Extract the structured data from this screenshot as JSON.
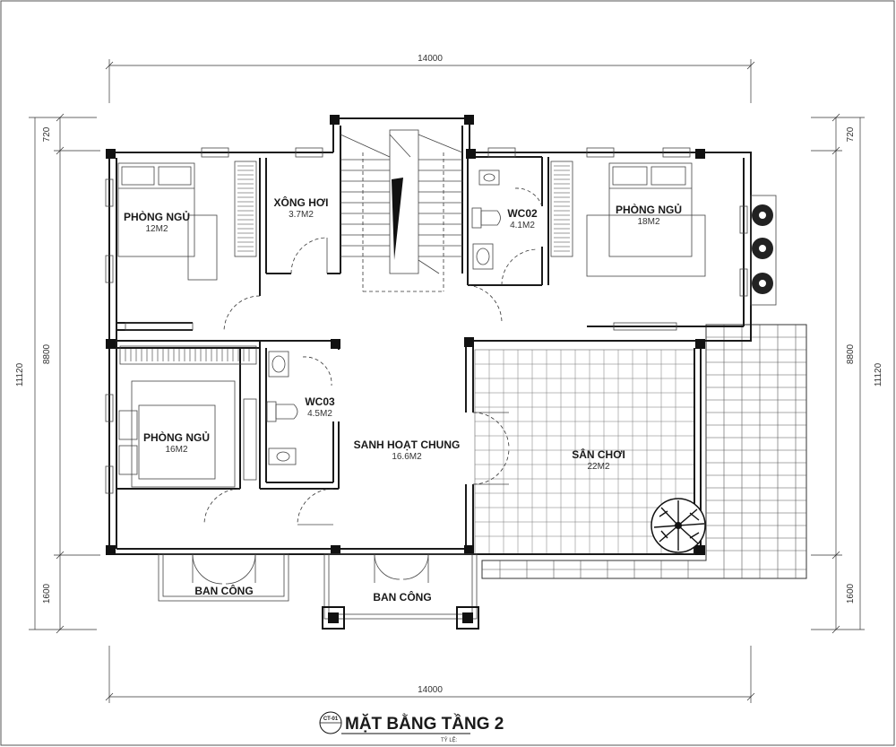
{
  "dimensions": {
    "top_width": "14000",
    "bottom_width": "14000",
    "left_top": "720",
    "left_middle": "8800",
    "left_bottom": "1600",
    "left_total": "11120",
    "right_top": "720",
    "right_middle": "8800",
    "right_bottom": "1600",
    "right_total": "11120"
  },
  "rooms": {
    "phong_ngu_1": {
      "name": "PHÒNG NGỦ",
      "area": "12M2"
    },
    "xong_hoi": {
      "name": "XÔNG HƠI",
      "area": "3.7M2"
    },
    "wc02": {
      "name": "WC02",
      "area": "4.1M2"
    },
    "phong_ngu_2": {
      "name": "PHÒNG NGỦ",
      "area": "18M2"
    },
    "phong_ngu_3": {
      "name": "PHÒNG NGỦ",
      "area": "16M2"
    },
    "wc03": {
      "name": "WC03",
      "area": "4.5M2"
    },
    "sanh": {
      "name": "SANH HOẠT CHUNG",
      "area": "16.6M2"
    },
    "san_choi": {
      "name": "SÂN CHƠI",
      "area": "22M2"
    },
    "ban_cong_1": {
      "name": "BAN CÔNG"
    },
    "ban_cong_2": {
      "name": "BAN CÔNG"
    }
  },
  "title_block": {
    "sheet_code": "CT-01",
    "title": "MẶT BẰNG TẦNG 2",
    "scale_label": "TỶ LỆ:"
  }
}
